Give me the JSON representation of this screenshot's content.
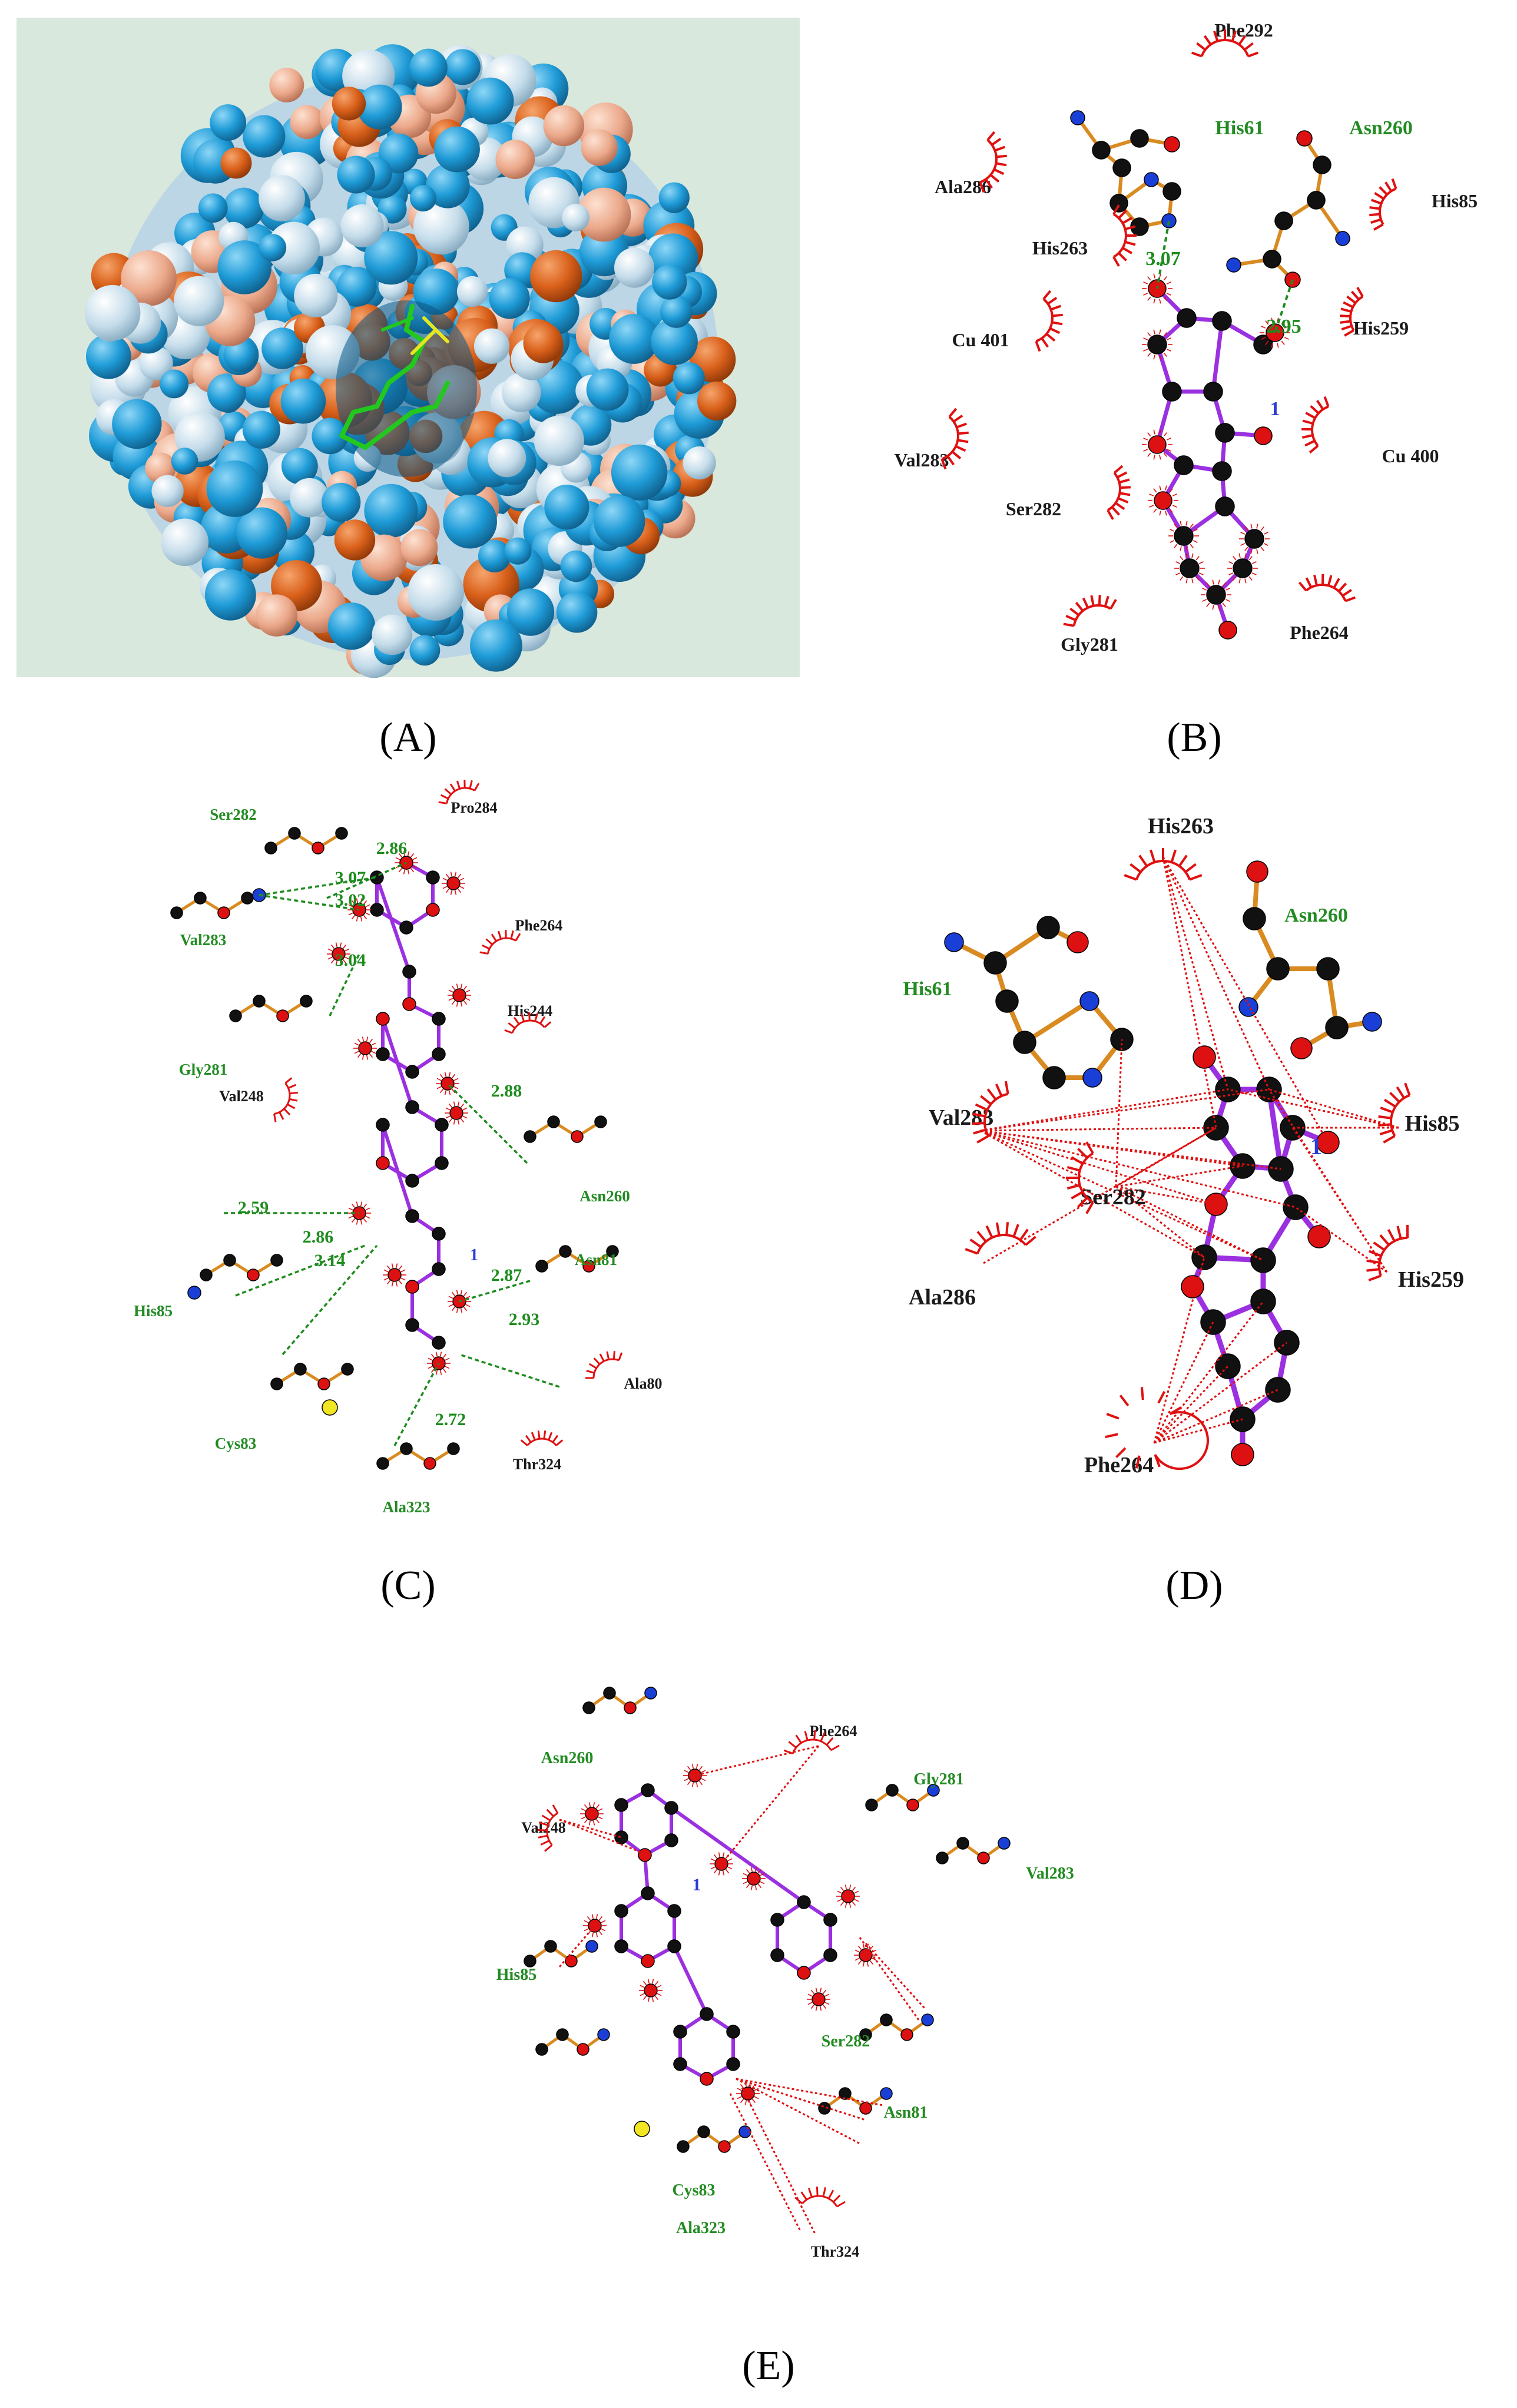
{
  "colors": {
    "background_panel_A": "#d9e8dc",
    "carbon_atom": "#111111",
    "oxygen_atom": "#dd1111",
    "nitrogen_atom": "#1a3fd6",
    "sulfur_atom": "#f2e622",
    "ligand_bond": "#9b30e0",
    "residue_bond": "#d98a20",
    "hbond": "#1e8c1e",
    "hydrophobic": "#e01010",
    "surface_blue": "#1e9bd7",
    "surface_orange": "#d9601a"
  },
  "panels": {
    "A": {
      "label": "(A)"
    },
    "B": {
      "label": "(B)",
      "ligand_index": "1",
      "residues_black": [
        "Phe292",
        "Ala286",
        "His85",
        "His263",
        "Cu 401",
        "His259",
        "Val283",
        "Cu 400",
        "Ser282",
        "Gly281",
        "Phe264"
      ],
      "residues_green": [
        "His61",
        "Asn260"
      ],
      "distances": [
        "3.07",
        "2.95"
      ]
    },
    "C": {
      "label": "(C)",
      "ligand_index": "1",
      "residues_black": [
        "Pro284",
        "Phe264",
        "His244",
        "Val248",
        "Ala80",
        "Thr324"
      ],
      "residues_green": [
        "Ser282",
        "Val283",
        "Gly281",
        "Asn260",
        "Asn81",
        "His85",
        "Cys83",
        "Ala323"
      ],
      "distances": [
        "2.86",
        "3.07",
        "3.02",
        "3.04",
        "2.88",
        "2.59",
        "2.86",
        "3.14",
        "2.87",
        "2.93",
        "2.72"
      ]
    },
    "D": {
      "label": "(D)",
      "ligand_index": "1",
      "residues_black": [
        "His263",
        "Val283",
        "Ser282",
        "His85",
        "Ala286",
        "His259",
        "Phe264"
      ],
      "residues_green": [
        "His61",
        "Asn260"
      ]
    },
    "E": {
      "label": "(E)",
      "ligand_index": "1",
      "residues_black": [
        "Phe264",
        "Val248",
        "Thr324"
      ],
      "residues_green": [
        "Asn260",
        "Gly281",
        "Val283",
        "His85",
        "Ser282",
        "Asn81",
        "Cys83",
        "Ala323"
      ]
    }
  }
}
